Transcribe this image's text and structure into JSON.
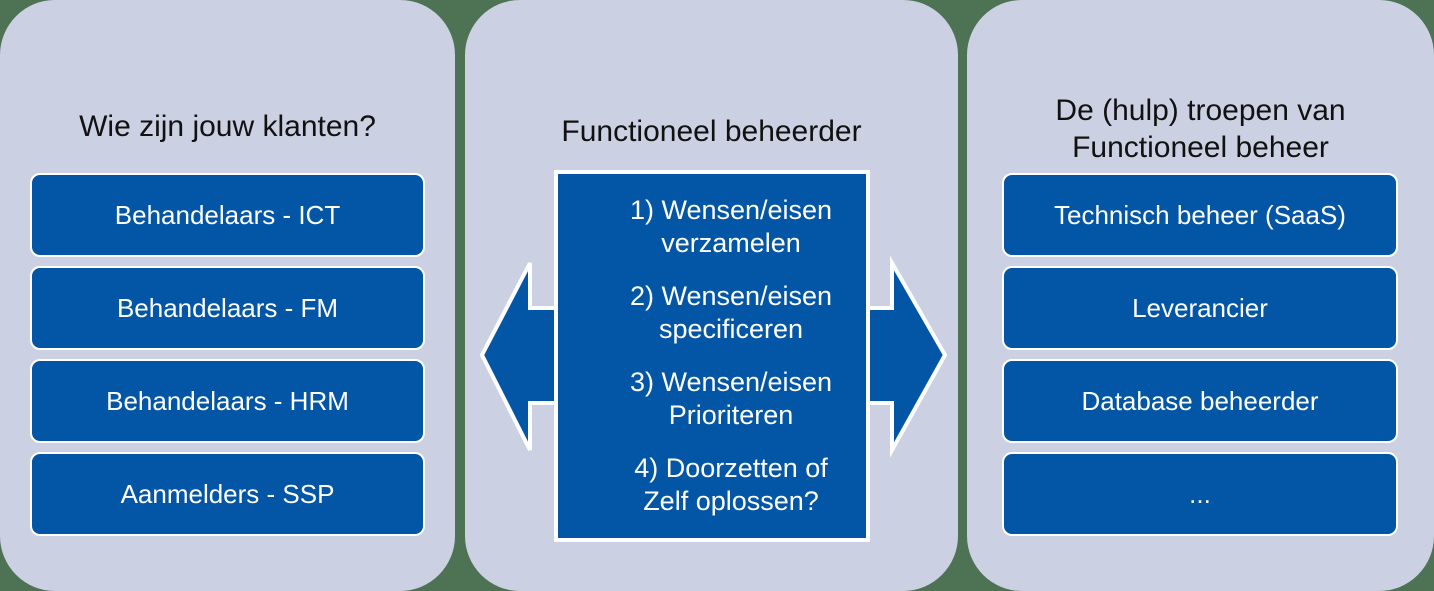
{
  "colors": {
    "background": "#4d7354",
    "panel": "#cbd0e2",
    "box_fill": "#0356a6",
    "box_border": "#ffffff",
    "title_text": "#111111",
    "box_text": "#ffffff"
  },
  "left_panel": {
    "title": "Wie zijn jouw klanten?",
    "items": [
      "Behandelaars - ICT",
      "Behandelaars - FM",
      "Behandelaars - HRM",
      "Aanmelders - SSP"
    ]
  },
  "center_panel": {
    "title": "Functioneel beheerder",
    "steps": [
      "1) Wensen/eisen\nverzamelen",
      "2) Wensen/eisen\nspecificeren",
      "3) Wensen/eisen\nPrioriteren",
      "4) Doorzetten of\nZelf oplossen?"
    ]
  },
  "right_panel": {
    "title": "De (hulp) troepen van\nFunctioneel beheer",
    "items": [
      "Technisch beheer (SaaS)",
      "Leverancier",
      "Database beheerder",
      "..."
    ]
  }
}
